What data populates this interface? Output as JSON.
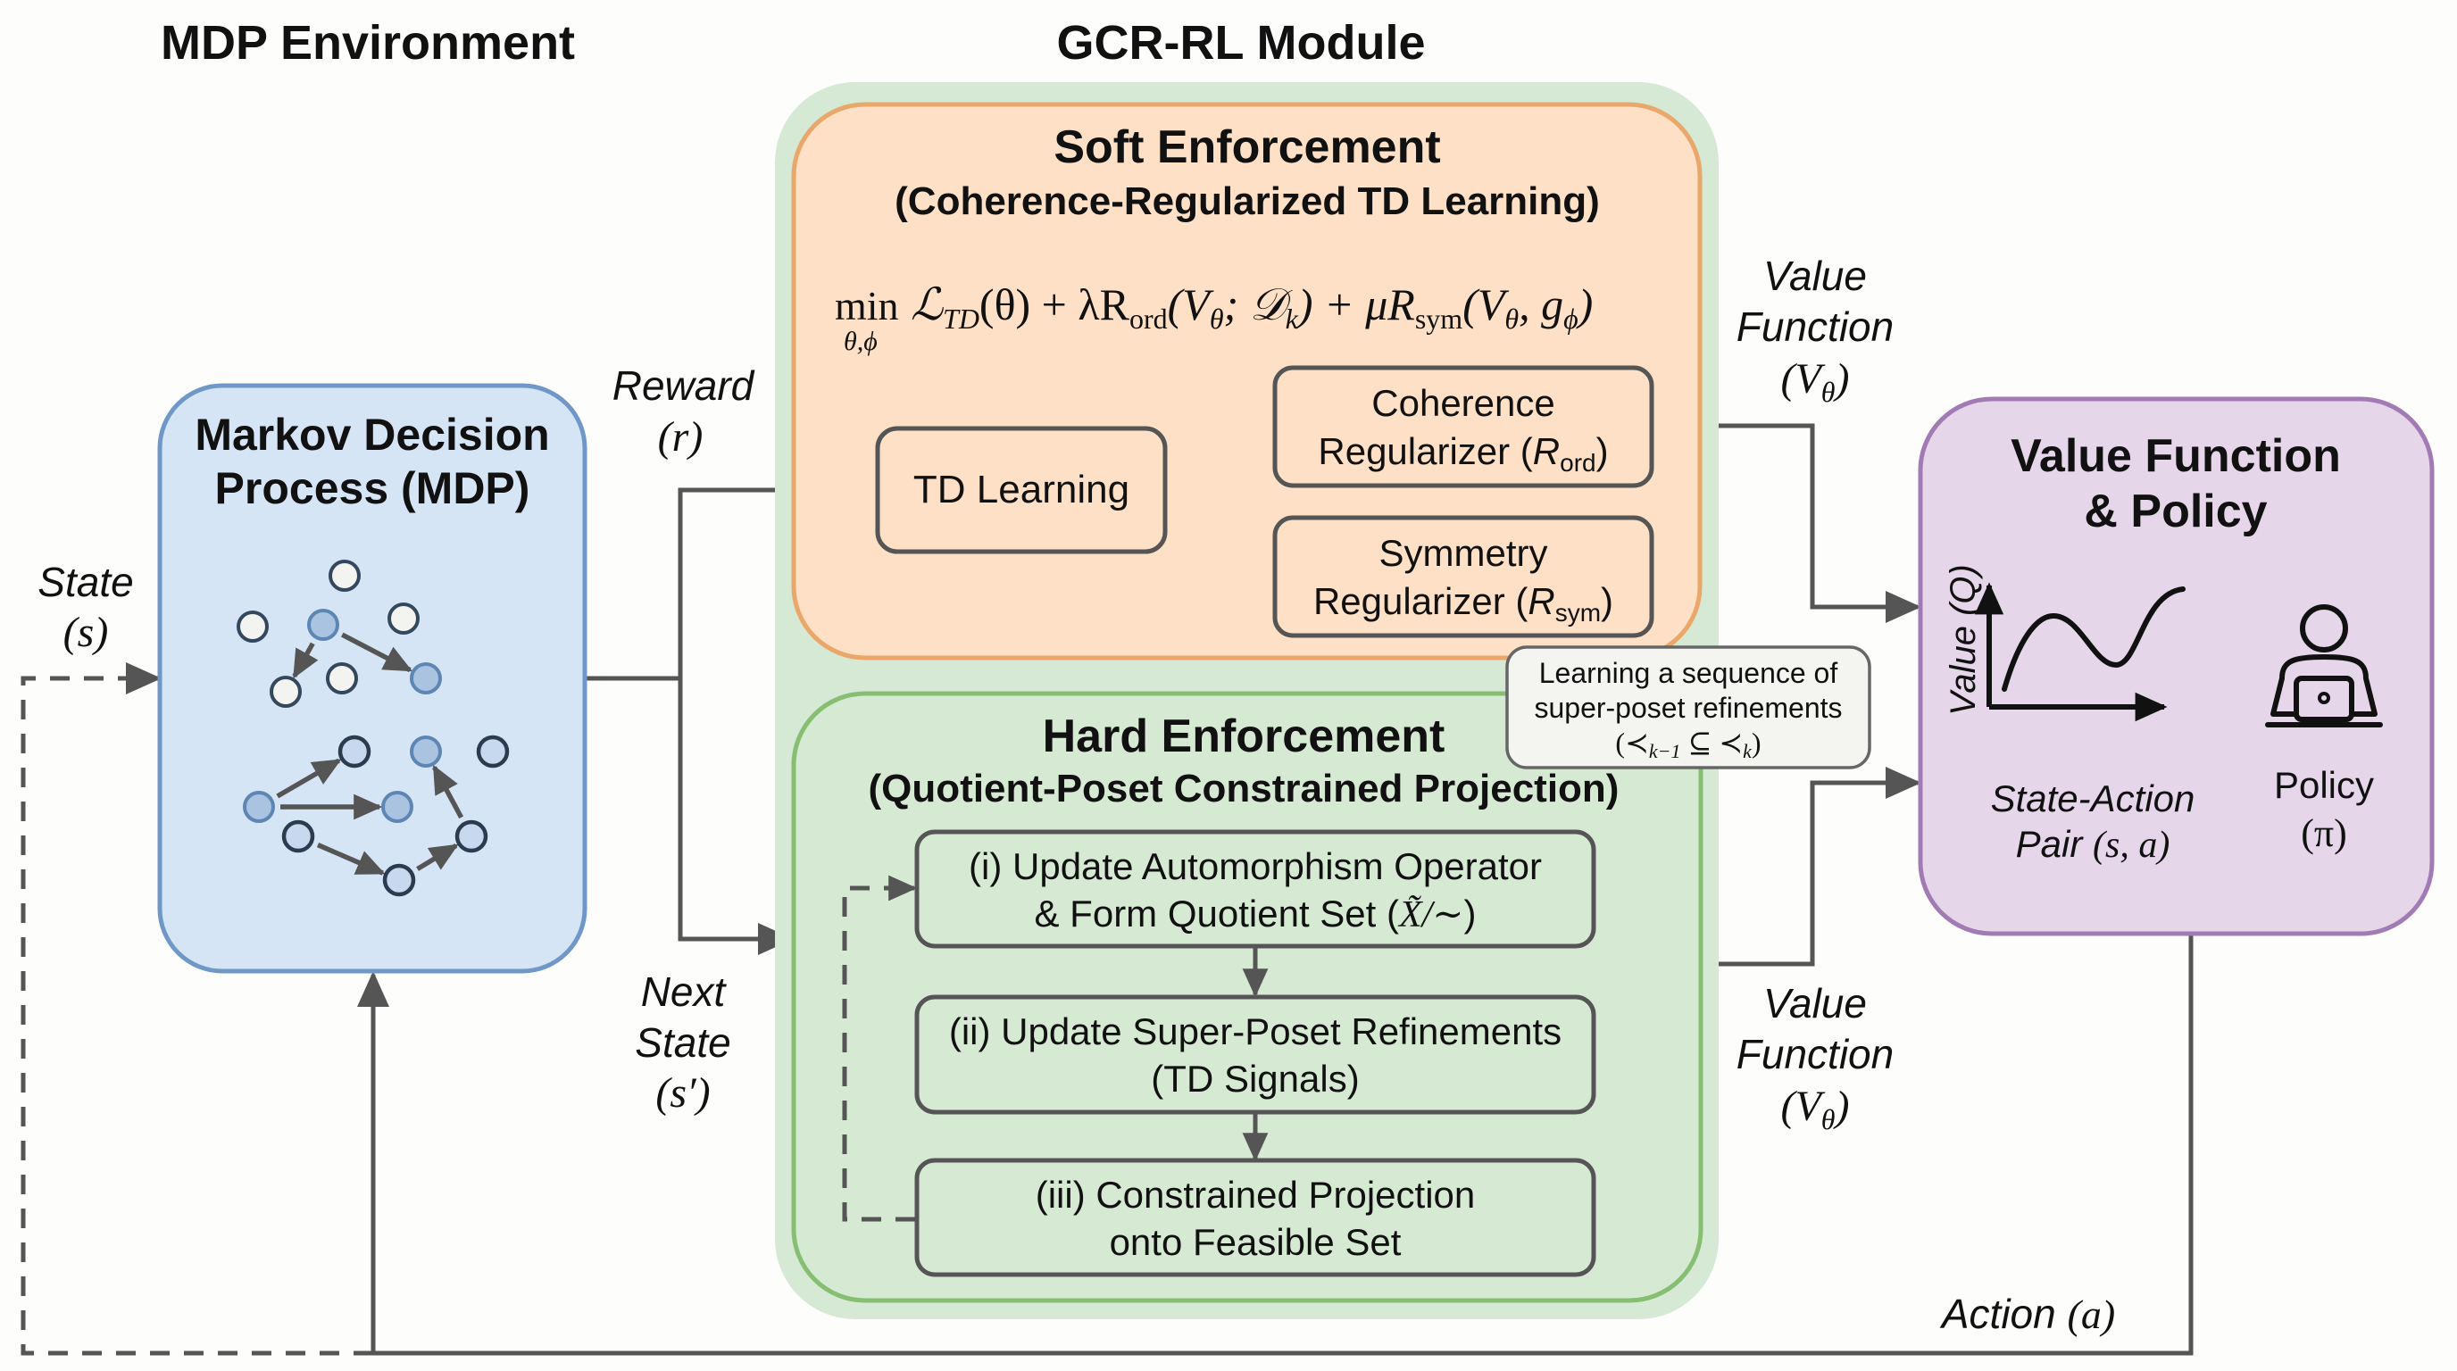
{
  "headers": {
    "mdp_environment": "MDP Environment",
    "gcr_module": "GCR-RL Module"
  },
  "mdp_box": {
    "title_line1": "Markov Decision",
    "title_line2": "Process (MDP)",
    "graph_nodes": [
      {
        "kind": "white"
      },
      {
        "kind": "white"
      },
      {
        "kind": "blue"
      },
      {
        "kind": "white"
      },
      {
        "kind": "white"
      },
      {
        "kind": "white"
      },
      {
        "kind": "blue"
      },
      {
        "kind": "outline"
      },
      {
        "kind": "blue"
      },
      {
        "kind": "outline"
      },
      {
        "kind": "blue"
      },
      {
        "kind": "blue"
      },
      {
        "kind": "outline"
      },
      {
        "kind": "outline"
      },
      {
        "kind": "outline"
      }
    ]
  },
  "soft_enforcement": {
    "title": "Soft Enforcement",
    "subtitle": "(Coherence-Regularized TD Learning)",
    "objective": {
      "min": "min",
      "min_sub": "θ,ϕ",
      "loss": "ℒ",
      "loss_sub": "TD",
      "arg1": "(θ) + λR",
      "ord_sub": "ord",
      "arg2": "(V",
      "theta_sub": "θ",
      "arg3": "; 𝒟",
      "k_sub": "k",
      "arg4": ") + μR",
      "sym_sub": "sym",
      "arg5": "(V",
      "theta_sub2": "θ",
      "arg6": ", g",
      "phi_sub": "ϕ",
      "arg7": ")"
    },
    "td_learning": "TD Learning",
    "coherence_line1": "Coherence",
    "coherence_line2": "Regularizer (",
    "coherence_R": "R",
    "coherence_sub": "ord",
    "coherence_close": ")",
    "symmetry_line1": "Symmetry",
    "symmetry_line2": "Regularizer (",
    "symmetry_R": "R",
    "symmetry_sub": "sym",
    "symmetry_close": ")"
  },
  "hard_enforcement": {
    "title": "Hard Enforcement",
    "subtitle": "(Quotient-Poset Constrained Projection)",
    "step1_line1": "(i) Update Automorphism Operator",
    "step1_line2": "& Form Quotient Set (",
    "step1_math": "X̃/∼",
    "step1_close": ")",
    "step2_line1": "(ii) Update Super-Poset Refinements",
    "step2_line2": "(TD Signals)",
    "step3_line1": "(iii) Constrained Projection",
    "step3_line2": "onto Feasible Set"
  },
  "callout": {
    "line1": "Learning a sequence of",
    "line2": "super-poset refinements",
    "math_open": "(≺",
    "math_sub1": "k−1",
    "math_mid": " ⊆ ≺",
    "math_sub2": "k",
    "math_close": ")"
  },
  "value_policy_box": {
    "title_line1": "Value Function",
    "title_line2": "& Policy",
    "y_axis_label": "Value (Q)",
    "x_axis_line1": "State-Action",
    "x_axis_line2_text": "Pair ",
    "x_axis_line2_math": "(s, a)",
    "policy_label": "Policy",
    "policy_symbol": "(π)"
  },
  "edge_labels": {
    "state": "State",
    "state_symbol": "(s)",
    "reward": "Reward",
    "reward_symbol": "(r)",
    "next_state_line1": "Next",
    "next_state_line2": "State",
    "next_state_symbol": "(s′)",
    "value_fn_top_line1": "Value",
    "value_fn_top_line2": "Function",
    "value_fn_top_symbol": "(V",
    "value_fn_top_sub": "θ",
    "value_fn_top_close": ")",
    "value_fn_bottom_line1": "Value",
    "value_fn_bottom_line2": "Function",
    "value_fn_bottom_symbol": "(V",
    "value_fn_bottom_sub": "θ",
    "value_fn_bottom_close": ")",
    "action": "Action ",
    "action_symbol": "(a)"
  },
  "colors": {
    "mdp_fill": "#d6e5f6",
    "mdp_stroke": "#6f97c7",
    "module_fill": "#d5e9d4",
    "soft_fill": "#fde0c6",
    "soft_stroke": "#eaa76a",
    "hard_fill": "#d6ead3",
    "hard_stroke": "#86bf72",
    "purple_fill": "#e6d6ea",
    "purple_stroke": "#a27bb5",
    "wire": "#555555"
  }
}
